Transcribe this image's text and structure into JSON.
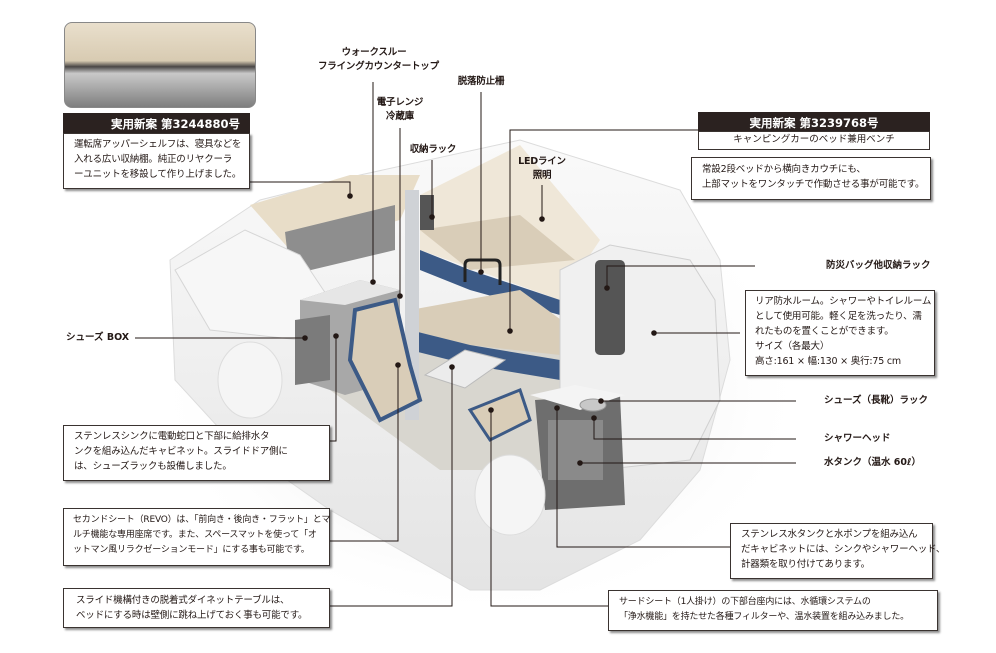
{
  "patent_left": {
    "heading": "実用新案 第3244880号",
    "lines": [
      "運転席アッパーシェルフは、寝具などを",
      "入れる広い収納棚。純正のリヤクーラ",
      "ーユニットを移設して作り上げました。"
    ]
  },
  "patent_right": {
    "heading": "実用新案 第3239768号",
    "subtitle": "キャンピングカーのベッド兼用ベンチ",
    "lines": [
      "常設2段ベッドから横向きカウチにも、",
      "上部マットをワンタッチで作動させる事が可能です。"
    ]
  },
  "labels": {
    "walkthrough": [
      "ウォークスルー",
      "フライングカウンタートップ"
    ],
    "microwave": [
      "電子レンジ",
      "冷蔵庫"
    ],
    "storage_rack": "収納ラック",
    "fall_guard": "脱落防止柵",
    "led": [
      "LEDライン",
      "照明"
    ],
    "disaster_rack": "防災バッグ他収納ラック",
    "shoes_box": "シューズ BOX",
    "boots_rack": "シューズ（長靴）ラック",
    "shower_head": "シャワーヘッド",
    "water_tank": "水タンク（温水 60ℓ）"
  },
  "callouts": {
    "rear_room": [
      "リア防水ルーム。シャワーやトイレルーム",
      "として使用可能。軽く足を洗ったり、濡",
      "れたものを置くことができます。",
      "サイズ（各最大）",
      "高さ:161 × 幅:130 × 奥行:75 cm"
    ],
    "sink": [
      "ステンレスシンクに電動蛇口と下部に給排水タ",
      "ンクを組み込んだキャビネット。スライドドア側に",
      "は、シューズラックも設備しました。"
    ],
    "second_seat": [
      "セカンドシート（REVO）は、「前向き・後向き・フラット」とマ",
      "ルチ機能な専用座席です。また、スペースマットを使って「オ",
      "ットマン風リラクゼーションモード」にする事も可能です。"
    ],
    "table": [
      "スライド機構付きの脱着式ダイネットテーブルは、",
      "ベッドにする時は壁側に跳ね上げておく事も可能です。"
    ],
    "cabinet": [
      "ステンレス水タンクと水ポンプを組み込ん",
      "だキャビネットには、シンクやシャワーヘッド、",
      "計器類を取り付けてあります。"
    ],
    "third_seat": [
      "サードシート（1人掛け）の下部台座内には、水循環システムの",
      "「浄水機能」を持たせた各種フィルターや、温水装置を組み込みました。"
    ]
  },
  "colors": {
    "line": "#231815",
    "heading_bg": "#2b2220",
    "seat_blue": "#3c5a86",
    "cushion": "#d9cdb8",
    "body": "#f2f2f2"
  }
}
